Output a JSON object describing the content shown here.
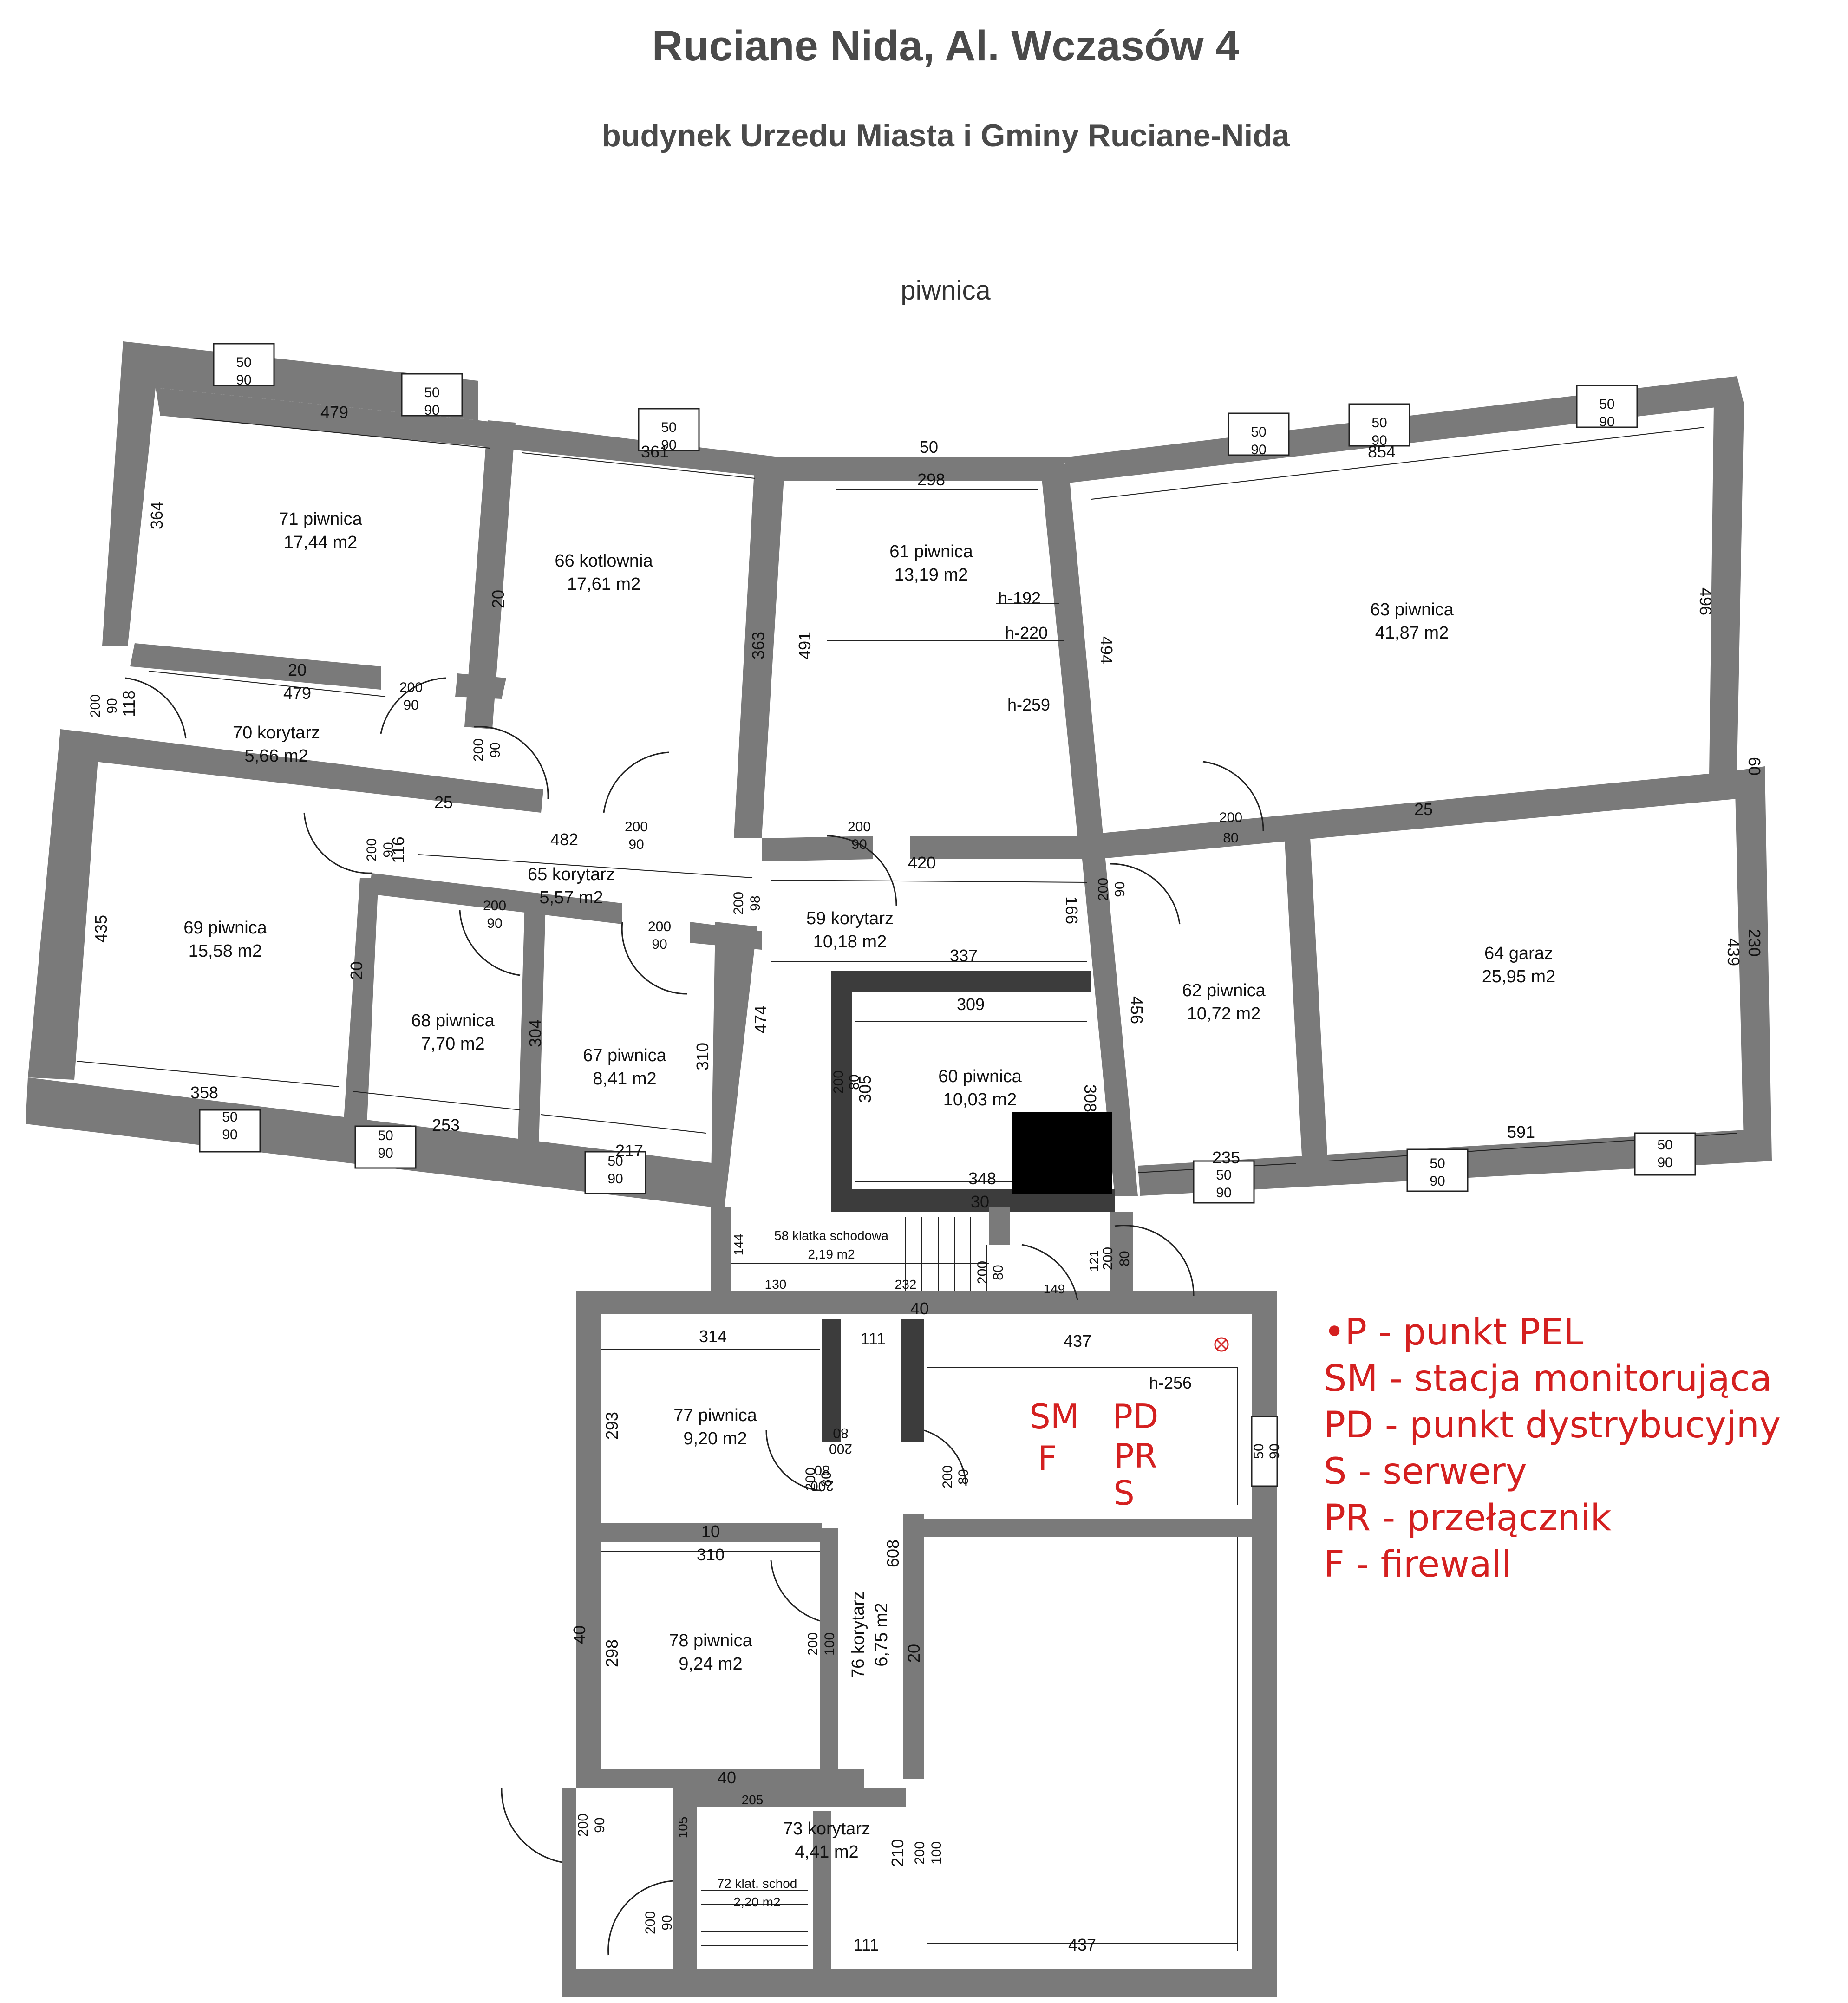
{
  "header": {
    "title": "Ruciane Nida, Al. Wczasów 4",
    "subtitle": "budynek Urzedu Miasta i Gminy Ruciane-Nida",
    "floor": "piwnica"
  },
  "rooms": [
    {
      "name": "71 piwnica",
      "area": "17,44 m2"
    },
    {
      "name": "66 kotlownia",
      "area": "17,61 m2"
    },
    {
      "name": "61 piwnica",
      "area": "13,19 m2"
    },
    {
      "name": "63 piwnica",
      "area": "41,87 m2"
    },
    {
      "name": "70 korytarz",
      "area": "5,66 m2"
    },
    {
      "name": "65 korytarz",
      "area": "5,57 m2"
    },
    {
      "name": "69 piwnica",
      "area": "15,58 m2"
    },
    {
      "name": "68 piwnica",
      "area": "7,70 m2"
    },
    {
      "name": "67 piwnica",
      "area": "8,41 m2"
    },
    {
      "name": "59 korytarz",
      "area": "10,18 m2"
    },
    {
      "name": "60 piwnica",
      "area": "10,03 m2"
    },
    {
      "name": "62 piwnica",
      "area": "10,72 m2"
    },
    {
      "name": "64 garaz",
      "area": "25,95 m2"
    },
    {
      "name": "58 klatka schodowa",
      "area": "2,19 m2"
    },
    {
      "name": "77 piwnica",
      "area": "9,20 m2"
    },
    {
      "name": "78 piwnica",
      "area": "9,24 m2"
    },
    {
      "name": "76 korytarz",
      "area": "6,75 m2"
    },
    {
      "name": "73 korytarz",
      "area": "4,41 m2"
    },
    {
      "name": "72 klat. schod",
      "area": "2,20 m2"
    }
  ],
  "dimensions": {
    "d479a": "479",
    "d361": "361",
    "d298": "298",
    "d854": "854",
    "d50top": "50",
    "d364": "364",
    "d20a": "20",
    "d363": "363",
    "d491": "491",
    "d494": "494",
    "d496": "496",
    "d60": "60",
    "h192": "h-192",
    "h220": "h-220",
    "h259": "h-259",
    "d479b": "479",
    "d20b": "20",
    "d118": "118",
    "d25a": "25",
    "d25b": "25",
    "d482": "482",
    "d116": "116",
    "d420": "420",
    "d337": "337",
    "d309": "309",
    "d435": "435",
    "d20c": "20",
    "d304": "304",
    "d310a": "310",
    "d474": "474",
    "d166": "166",
    "d456": "456",
    "d439": "439",
    "d230": "230",
    "d305": "305",
    "d308": "308",
    "d358": "358",
    "d253": "253",
    "d217": "217",
    "d348": "348",
    "d30": "30",
    "d235": "235",
    "d591": "591",
    "d144": "144",
    "d130": "130",
    "d232": "232",
    "d40a": "40",
    "d149": "149",
    "d121": "121",
    "d314": "314",
    "d111a": "111",
    "d437a": "437",
    "h256": "h-256",
    "d293": "293",
    "d10": "10",
    "d310b": "310",
    "d608": "608",
    "d20d": "20",
    "d40b": "40",
    "d298b": "298",
    "d40c": "40",
    "d205": "205",
    "d105": "105",
    "d210": "210",
    "d111b": "111",
    "d437b": "437"
  },
  "openings": [
    {
      "w": "50",
      "h": "90"
    },
    {
      "w": "50",
      "h": "90"
    },
    {
      "w": "50",
      "h": "90"
    },
    {
      "w": "50",
      "h": "90"
    },
    {
      "w": "50",
      "h": "90"
    },
    {
      "w": "50",
      "h": "90"
    },
    {
      "w": "200",
      "h": "90"
    },
    {
      "w": "200",
      "h": "90"
    },
    {
      "w": "200",
      "h": "90"
    },
    {
      "w": "200",
      "h": "90"
    },
    {
      "w": "200",
      "h": "90"
    },
    {
      "w": "200",
      "h": "90"
    },
    {
      "w": "200",
      "h": "90"
    },
    {
      "w": "200",
      "h": "80"
    },
    {
      "w": "200",
      "h": "90"
    },
    {
      "w": "200",
      "h": "98"
    },
    {
      "w": "200",
      "h": "90"
    },
    {
      "w": "200",
      "h": "80"
    },
    {
      "w": "50",
      "h": "90"
    },
    {
      "w": "50",
      "h": "90"
    },
    {
      "w": "50",
      "h": "90"
    },
    {
      "w": "50",
      "h": "90"
    },
    {
      "w": "50",
      "h": "90"
    },
    {
      "w": "50",
      "h": "90"
    },
    {
      "w": "200",
      "h": "80"
    },
    {
      "w": "200",
      "h": "80"
    },
    {
      "w": "200",
      "h": "80"
    },
    {
      "w": "50",
      "h": "90"
    },
    {
      "w": "200",
      "h": "100"
    },
    {
      "w": "200",
      "h": "90"
    },
    {
      "w": "200",
      "h": "80"
    },
    {
      "w": "200",
      "h": "90"
    },
    {
      "w": "200",
      "h": "80"
    },
    {
      "w": "200",
      "h": "100"
    },
    {
      "w": "200",
      "h": "80"
    }
  ],
  "server_room": {
    "labels": [
      "SM",
      "PD",
      "F",
      "PR",
      "S"
    ],
    "marker_icon": "circle-x-icon"
  },
  "legend": {
    "items": [
      "•P - punkt PEL",
      "SM - stacja monitorująca",
      "PD - punkt dystrybucyjny",
      "S - serwery",
      "PR - przełącznik",
      "F - firewall"
    ]
  },
  "colors": {
    "wall": "#7a7a7a",
    "annotation_red": "#d42020",
    "blackout": "#000000"
  }
}
